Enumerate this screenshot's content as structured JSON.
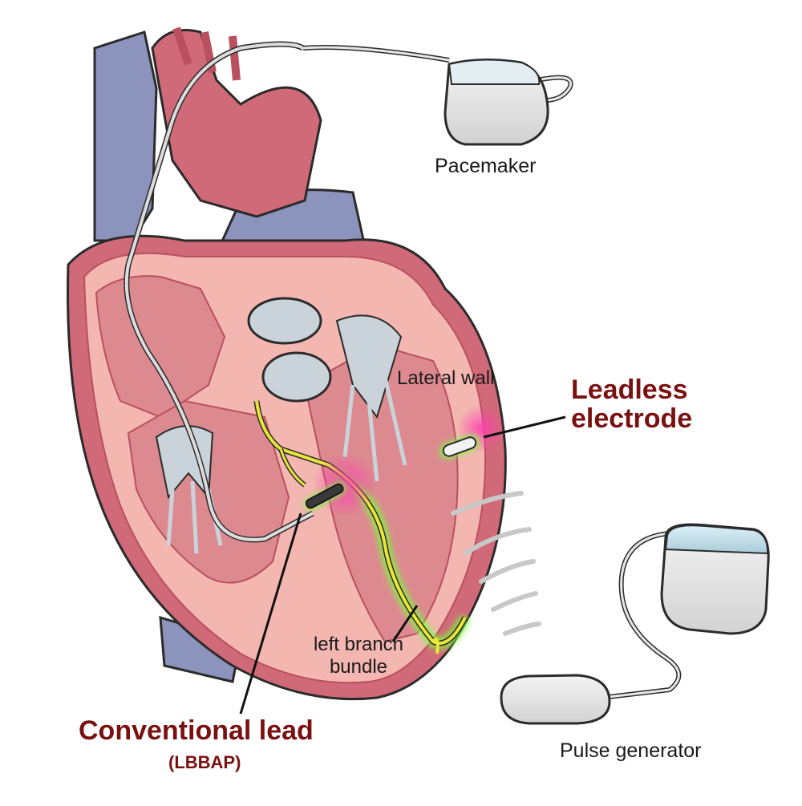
{
  "labels": {
    "pacemaker": "Pacemaker",
    "lateral_wall": "Lateral wall",
    "leadless_electrode_line1": "Leadless",
    "leadless_electrode_line2": "electrode",
    "left_branch_line1": "left branch",
    "left_branch_line2": "bundle",
    "conventional_lead": "Conventional lead",
    "conventional_lead_sub": "(LBBAP)",
    "pulse_generator": "Pulse generator"
  },
  "colors": {
    "vessel_blue": "#8c93bd",
    "heart_red": "#d06a78",
    "heart_dark": "#b9505f",
    "inner_pink": "#f3b6b0",
    "chamber": "#dc8a90",
    "valve_grey": "#c9d3d9",
    "device_grey": "#e6e6e6",
    "bundle_yellow": "#e9e63a",
    "glow_green": "#7cff3a",
    "glow_magenta": "#ff3fb0",
    "label_red": "#7a1111"
  }
}
